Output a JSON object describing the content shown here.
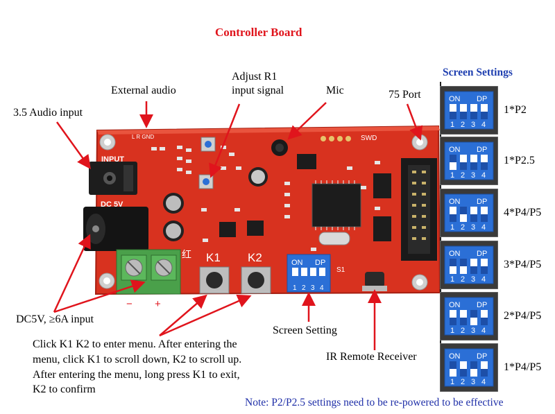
{
  "title": "Controller Board",
  "callouts": {
    "external_audio": "External audio",
    "adjust_r1": [
      "Adjust R1",
      "input signal"
    ],
    "mic": "Mic",
    "port_75": "75 Port",
    "audio_input": "3.5 Audio input",
    "dc_input": "DC5V, ≥6A input",
    "screen_setting": "Screen Setting",
    "ir_receiver": "IR Remote Receiver",
    "instructions": [
      "Click K1 K2 to enter menu. After entering the",
      "menu, click K1 to scroll down, K2 to scroll up.",
      "After entering the menu, long press K1 to exit,",
      "K2 to confirm"
    ]
  },
  "board_silkscreen": {
    "input": "INPUT",
    "dc5v": "DC 5V",
    "k1": "K1",
    "k2": "K2",
    "minus": "−",
    "plus": "+",
    "swd": "SWD",
    "s1": "S1",
    "dip_on": "ON",
    "dip_dp": "DP",
    "dip_nums": [
      "1",
      "2",
      "3",
      "4"
    ],
    "lr_gnd": "L R GND",
    "hong": "红"
  },
  "screen_settings": {
    "heading": "Screen Settings",
    "dip_on": "ON",
    "dip_dp": "DP",
    "dip_nums": [
      "1",
      "2",
      "3",
      "4"
    ],
    "rows": [
      {
        "label": "1*P2",
        "switches_on": [
          true,
          true,
          true,
          true
        ]
      },
      {
        "label": "1*P2.5",
        "switches_on": [
          false,
          true,
          true,
          true
        ]
      },
      {
        "label": "4*P4/P5",
        "switches_on": [
          true,
          false,
          true,
          true
        ]
      },
      {
        "label": "3*P4/P5",
        "switches_on": [
          false,
          false,
          true,
          true
        ]
      },
      {
        "label": "2*P4/P5",
        "switches_on": [
          true,
          true,
          false,
          true
        ]
      },
      {
        "label": "1*P4/P5",
        "switches_on": [
          false,
          true,
          false,
          true
        ]
      }
    ]
  },
  "note": "Note: P2/P2.5 settings need to be re-powered to be effective",
  "colors": {
    "title": "#e0141c",
    "arrow": "#e0141c",
    "pcb": "#d8321f",
    "dip_blue": "#2b6fd6",
    "note": "#1f2fa8",
    "settings_heading": "#1f3fb0"
  }
}
